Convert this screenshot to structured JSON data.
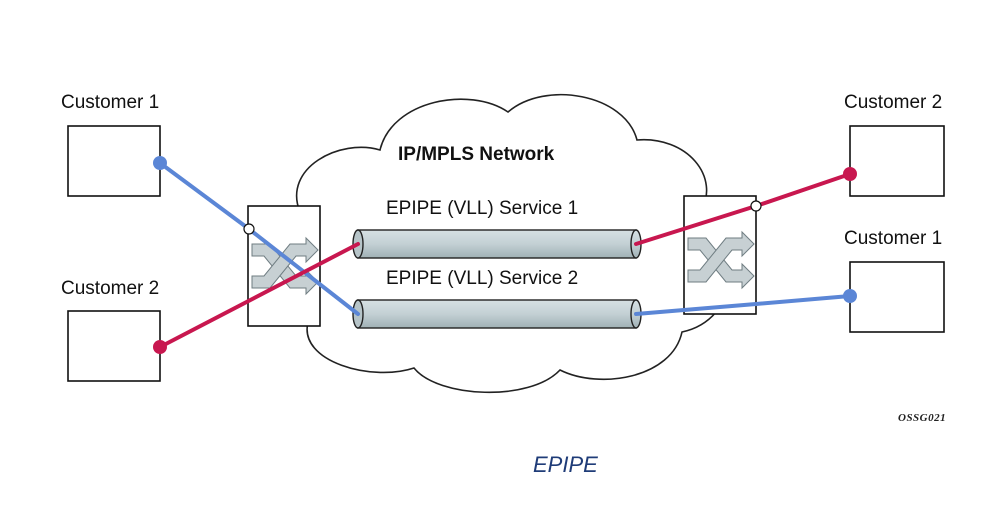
{
  "diagram": {
    "network_label": "IP/MPLS Network",
    "services": [
      {
        "label": "EPIPE (VLL) Service 1"
      },
      {
        "label": "EPIPE (VLL) Service 2"
      }
    ],
    "customers": {
      "left_top": "Customer 1",
      "left_bottom": "Customer 2",
      "right_top": "Customer 2",
      "right_bottom": "Customer 1"
    },
    "figure_code": "OSSG021",
    "colors": {
      "service1_line": "#c8174f",
      "service2_line": "#5b86d6",
      "pipe_fill": "#c5d2d6",
      "switch_icon": "#b8c2c6"
    }
  },
  "caption": "EPIPE"
}
